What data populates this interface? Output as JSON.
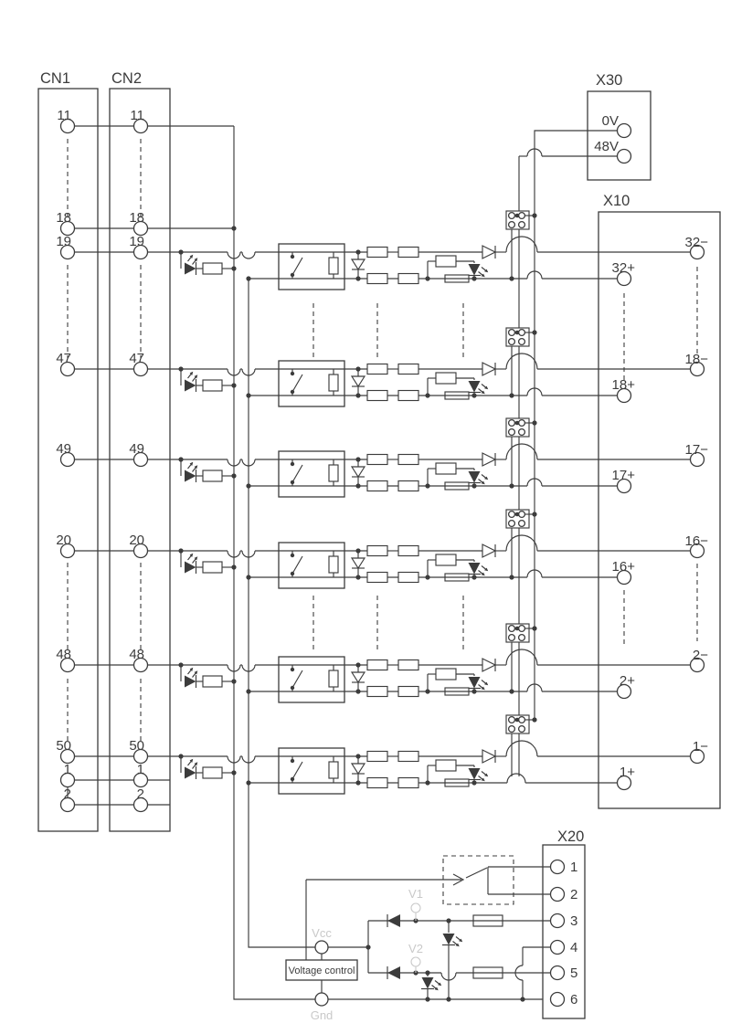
{
  "connectors": {
    "cn1": {
      "label": "CN1"
    },
    "cn2": {
      "label": "CN2"
    },
    "x30": {
      "label": "X30",
      "pins": [
        "0V",
        "48V"
      ]
    },
    "x10": {
      "label": "X10"
    },
    "x20": {
      "label": "X20",
      "pins": [
        "1",
        "2",
        "3",
        "4",
        "5",
        "6"
      ]
    }
  },
  "cn_extra_pins": {
    "top": [
      "11",
      "18"
    ],
    "bottom": [
      "1",
      "2"
    ]
  },
  "channels": [
    {
      "cn_pin": "19",
      "x10_minus": "32−",
      "x10_plus": "32+"
    },
    {
      "cn_pin": "47",
      "x10_minus": "18−",
      "x10_plus": "18+"
    },
    {
      "cn_pin": "49",
      "x10_minus": "17−",
      "x10_plus": "17+"
    },
    {
      "cn_pin": "20",
      "x10_minus": "16−",
      "x10_plus": "16+"
    },
    {
      "cn_pin": "48",
      "x10_minus": "2−",
      "x10_plus": "2+"
    },
    {
      "cn_pin": "50",
      "x10_minus": "1−",
      "x10_plus": "1+"
    }
  ],
  "bottom_section": {
    "voltage_control_label": "Voltage control",
    "vcc_label": "Vcc",
    "gnd_label": "Gnd",
    "v1_label": "V1",
    "v2_label": "V2"
  },
  "colors": {
    "line": "#3c3c3c",
    "faint_label": "#c9c9c9",
    "background": "#ffffff"
  }
}
